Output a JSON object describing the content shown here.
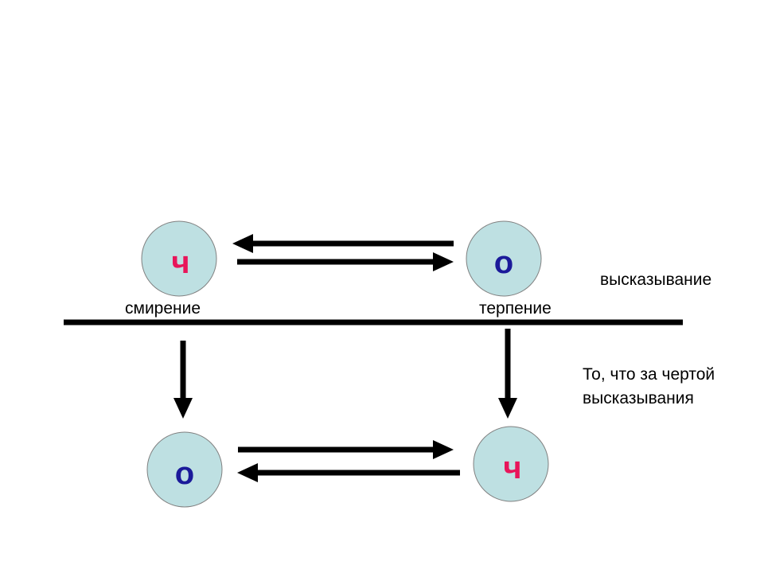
{
  "colors": {
    "circle_fill": "#BEE0E2",
    "circle_stroke": "#808080",
    "ch_color": "#E8155A",
    "o_color": "#1B1A9A",
    "arrow": "#000000",
    "line": "#000000"
  },
  "nodes": {
    "top_left": {
      "letter": "ч",
      "caption": "смирение"
    },
    "top_right": {
      "letter": "о",
      "caption": "терпение"
    },
    "bottom_left": {
      "letter": "о"
    },
    "bottom_right": {
      "letter": "ч"
    }
  },
  "side_labels": {
    "utterance": "высказывание",
    "beyond_line_1": "То, что за чертой",
    "beyond_line_2": "высказывания"
  }
}
